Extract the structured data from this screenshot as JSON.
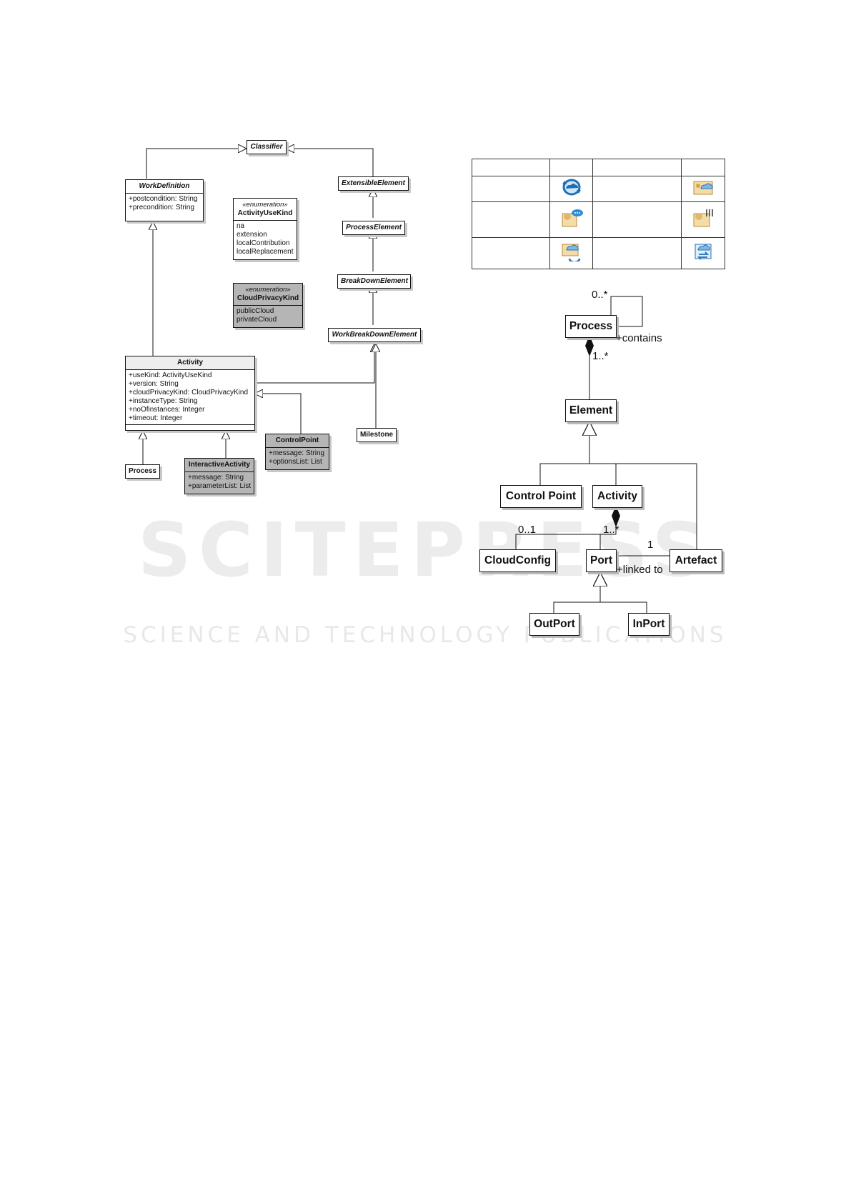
{
  "watermark": {
    "main": "SCITEPRESS",
    "sub": "SCIENCE AND TECHNOLOGY PUBLICATIONS"
  },
  "metamodel": {
    "classifier": "Classifier",
    "work_definition": {
      "name": "WorkDefinition",
      "attributes": [
        "+postcondition: String",
        "+precondition: String"
      ]
    },
    "extensible_element": "ExtensibleElement",
    "process_element": "ProcessElement",
    "breakdown_element": "BreakDownElement",
    "work_breakdown_element": "WorkBreakDownElement",
    "activity_use_kind": {
      "stereotype": "«enumeration»",
      "name": "ActivityUseKind",
      "literals": [
        "na",
        "extension",
        "localContribution",
        "localReplacement"
      ]
    },
    "cloud_privacy_kind": {
      "stereotype": "«enumeration»",
      "name": "CloudPrivacyKind",
      "literals": [
        "publicCloud",
        "privateCloud"
      ]
    },
    "activity": {
      "name": "Activity",
      "attributes": [
        "+useKind: ActivityUseKind",
        "+version: String",
        "+cloudPrivacyKind: CloudPrivacyKind",
        "+instanceType: String",
        "+noOfinstances: Integer",
        "+timeout: Integer"
      ]
    },
    "process": "Process",
    "interactive_activity": {
      "name": "InteractiveActivity",
      "attributes": [
        "+message: String",
        "+parameterList: List"
      ]
    },
    "control_point": {
      "name": "ControlPoint",
      "attributes": [
        "+message: String",
        "+optionsList: List"
      ]
    },
    "milestone": "Milestone"
  },
  "legend": {
    "icons": [
      "cloud-sync-icon",
      "cloud-activity-folder-icon",
      "chat-activity-icon",
      "activity-settings-icon",
      "cloud-refresh-icon",
      "cloud-transfer-icon"
    ]
  },
  "model": {
    "process": "Process",
    "element": "Element",
    "control_point": "Control Point",
    "activity": "Activity",
    "cloud_config": "CloudConfig",
    "port": "Port",
    "artefact": "Artefact",
    "out_port": "OutPort",
    "in_port": "InPort",
    "labels": {
      "self_mult": "0..*",
      "contains": "+contains",
      "process_element_mult": "1..*",
      "cloudconfig_mult": "0..1",
      "port_mult": "1..*",
      "artefact_mult": "1",
      "linked_to": "+linked to"
    }
  }
}
